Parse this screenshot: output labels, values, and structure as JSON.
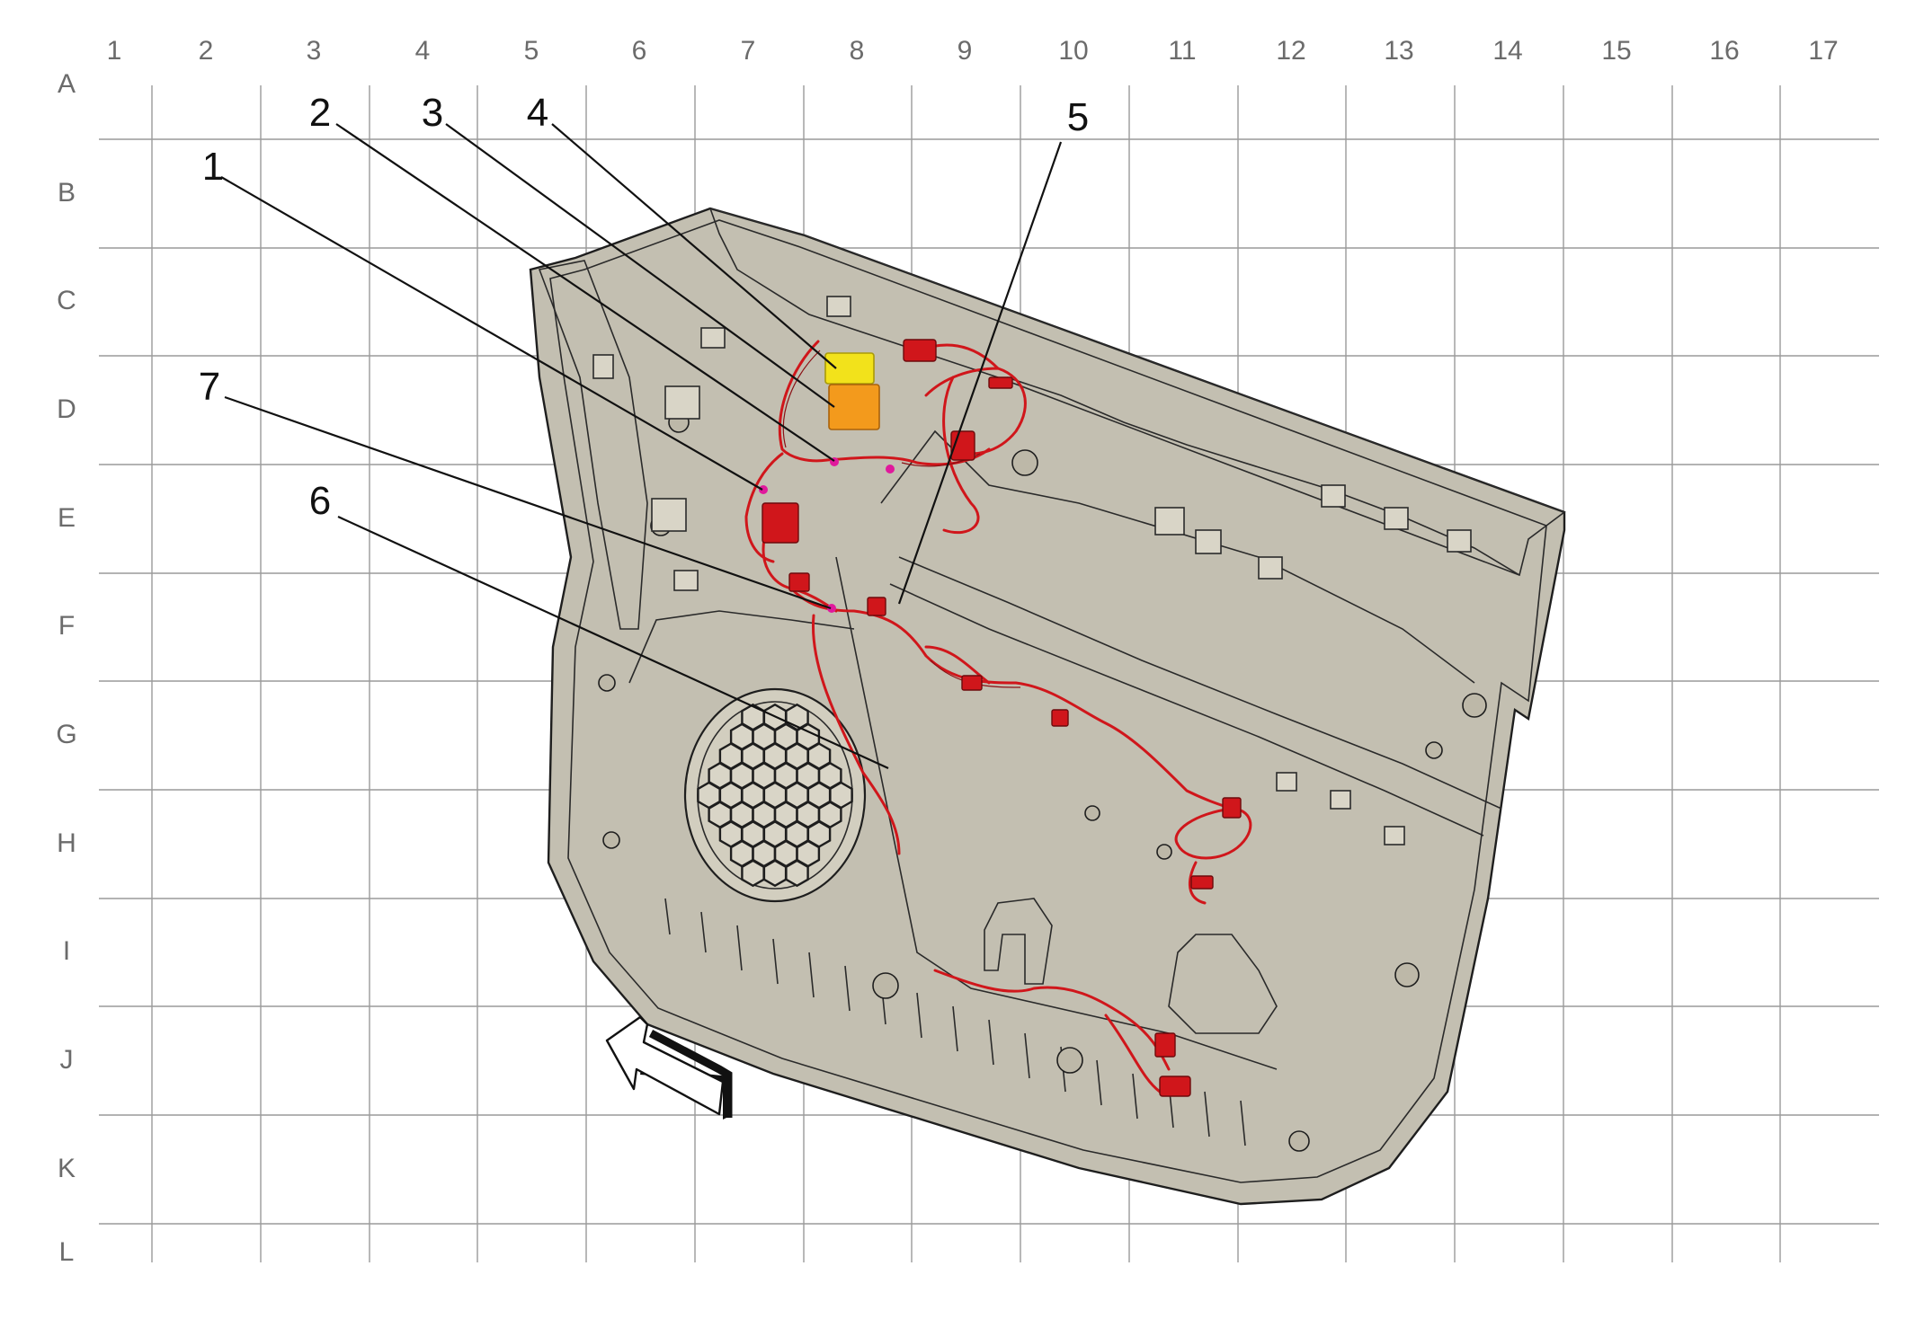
{
  "grid": {
    "columns": [
      "1",
      "2",
      "3",
      "4",
      "5",
      "6",
      "7",
      "8",
      "9",
      "10",
      "11",
      "12",
      "13",
      "14",
      "15",
      "16",
      "17"
    ],
    "rows": [
      "A",
      "B",
      "C",
      "D",
      "E",
      "F",
      "G",
      "H",
      "I",
      "J",
      "K",
      "L"
    ]
  },
  "callouts": [
    {
      "label": "1"
    },
    {
      "label": "2"
    },
    {
      "label": "3"
    },
    {
      "label": "4"
    },
    {
      "label": "5"
    },
    {
      "label": "6"
    },
    {
      "label": "7"
    }
  ],
  "colors": {
    "background": "#ffffff",
    "grid_line": "#9a9a9a",
    "grid_label": "#6b6b6b",
    "panel_fill": "#d9d5c7",
    "panel_shadow": "#c3bfb1",
    "harness": "#d0161b",
    "connector_yellow": "#f2e21b",
    "connector_orange": "#f39a1c",
    "splice_magenta": "#e0199c",
    "direction_arrow": "#111111"
  },
  "icons": {
    "direction_arrow": "front-direction-arrow-icon",
    "speaker_grille": "speaker-grille-icon"
  }
}
